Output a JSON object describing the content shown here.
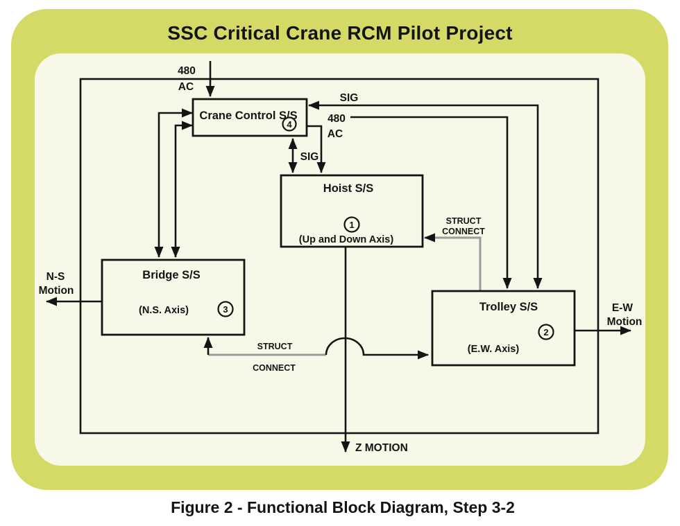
{
  "title": "SSC Critical Crane RCM Pilot Project",
  "caption": "Figure 2 - Functional Block Diagram, Step 3-2",
  "colors": {
    "card_background": "#d5da67",
    "panel_background": "#f8f8e9",
    "line": "#141414",
    "struct_connect_line": "#9b9b9b"
  },
  "blocks": {
    "crane_control": {
      "label": "Crane Control S/S",
      "number": "4"
    },
    "hoist": {
      "label": "Hoist S/S",
      "axis": "(Up and Down Axis)",
      "number": "1"
    },
    "bridge": {
      "label": "Bridge S/S",
      "axis": "(N.S. Axis)",
      "number": "3"
    },
    "trolley": {
      "label": "Trolley S/S",
      "axis": "(E.W. Axis)",
      "number": "2"
    }
  },
  "labels": {
    "power_top_line1": "480",
    "power_top_line2": "AC",
    "sig_top": "SIG",
    "power_right_line1": "480",
    "power_right_line2": "AC",
    "sig_mid": "SIG",
    "ns_motion_line1": "N-S",
    "ns_motion_line2": "Motion",
    "ew_motion_line1": "E-W",
    "ew_motion_line2": "Motion",
    "struct_connect_right_line1": "STRUCT",
    "struct_connect_right_line2": "CONNECT",
    "struct_connect_bottom_line1": "STRUCT",
    "struct_connect_bottom_line2": "CONNECT",
    "z_motion": "Z MOTION"
  }
}
